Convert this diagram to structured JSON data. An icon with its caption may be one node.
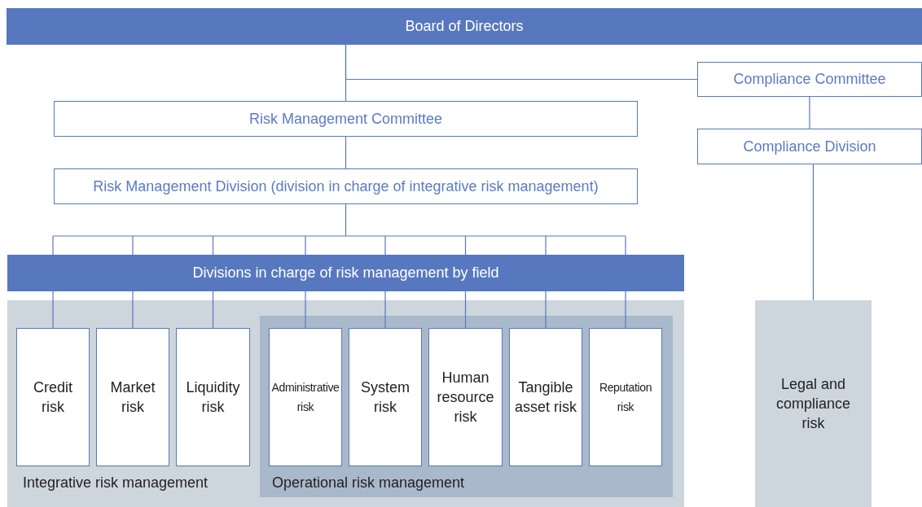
{
  "diagram": {
    "nodes": [
      {
        "text": [
          "Board of Directors"
        ]
      },
      {
        "text": [
          "Compliance Committee"
        ]
      },
      {
        "text": [
          "Risk Management Committee"
        ]
      },
      {
        "text": [
          "Compliance Division"
        ]
      },
      {
        "text": [
          "Risk Management Division (division in charge of integrative risk management)"
        ]
      },
      {
        "text": [
          "Divisions in charge of risk management by field"
        ]
      },
      {
        "text": [
          "Integrative risk management"
        ]
      },
      {
        "text": [
          "Operational risk management"
        ],
        "in": 6
      },
      {
        "text": [
          "Credit risk"
        ],
        "in": 6
      },
      {
        "text": [
          "Market risk"
        ],
        "in": 6
      },
      {
        "text": [
          "Liquidity risk"
        ],
        "in": 6
      },
      {
        "text": [
          "Administrative risk"
        ],
        "in": 7
      },
      {
        "text": [
          "System risk"
        ],
        "in": 7
      },
      {
        "text": [
          "Human resource risk"
        ],
        "in": 7
      },
      {
        "text": [
          "Tangible asset risk"
        ],
        "in": 7
      },
      {
        "text": [
          "Reputation risk"
        ],
        "in": 7
      },
      {
        "text": [
          "Legal and compliance risk"
        ]
      }
    ],
    "edges": [
      {
        "from": 0,
        "to": 2,
        "arrow": "none"
      },
      {
        "from": 0,
        "to": 1,
        "arrow": "none"
      },
      {
        "from": 1,
        "to": 3,
        "arrow": "none"
      },
      {
        "from": 2,
        "to": 4,
        "arrow": "none"
      },
      {
        "from": 4,
        "to": 5,
        "arrow": "none"
      },
      {
        "from": 5,
        "to": 8,
        "arrow": "none"
      },
      {
        "from": 5,
        "to": 9,
        "arrow": "none"
      },
      {
        "from": 5,
        "to": 10,
        "arrow": "none"
      },
      {
        "from": 5,
        "to": 11,
        "arrow": "none"
      },
      {
        "from": 5,
        "to": 12,
        "arrow": "none"
      },
      {
        "from": 5,
        "to": 13,
        "arrow": "none"
      },
      {
        "from": 5,
        "to": 14,
        "arrow": "none"
      },
      {
        "from": 5,
        "to": 15,
        "arrow": "none"
      },
      {
        "from": 3,
        "to": 16,
        "arrow": "none"
      }
    ]
  }
}
